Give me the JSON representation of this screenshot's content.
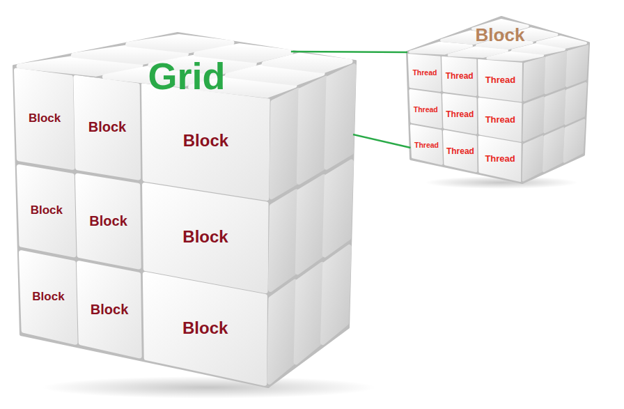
{
  "diagram": {
    "nodes": [
      {
        "text": [
          "Grid"
        ]
      },
      {
        "text": [
          "Block"
        ],
        "in": 0
      },
      {
        "text": [
          "Block"
        ],
        "in": 0
      },
      {
        "text": [
          "Block"
        ],
        "in": 0
      },
      {
        "text": [
          "Block"
        ],
        "in": 0
      },
      {
        "text": [
          "Block"
        ],
        "in": 0
      },
      {
        "text": [
          "Block"
        ],
        "in": 0
      },
      {
        "text": [
          "Block"
        ],
        "in": 0
      },
      {
        "text": [
          "Block"
        ],
        "in": 0
      },
      {
        "text": [
          "Block"
        ],
        "in": 0
      },
      {
        "text": [
          "Block"
        ]
      },
      {
        "text": [
          "Thread"
        ],
        "in": 10
      },
      {
        "text": [
          "Thread"
        ],
        "in": 10
      },
      {
        "text": [
          "Thread"
        ],
        "in": 10
      },
      {
        "text": [
          "Thread"
        ],
        "in": 10
      },
      {
        "text": [
          "Thread"
        ],
        "in": 10
      },
      {
        "text": [
          "Thread"
        ],
        "in": 10
      },
      {
        "text": [
          "Thread"
        ],
        "in": 10
      },
      {
        "text": [
          "Thread"
        ],
        "in": 10
      },
      {
        "text": [
          "Thread"
        ],
        "in": 10
      }
    ],
    "edges": [
      {
        "from": 0,
        "to": 10,
        "arrow": "none"
      },
      {
        "from": 0,
        "to": 10,
        "arrow": "none"
      }
    ]
  }
}
